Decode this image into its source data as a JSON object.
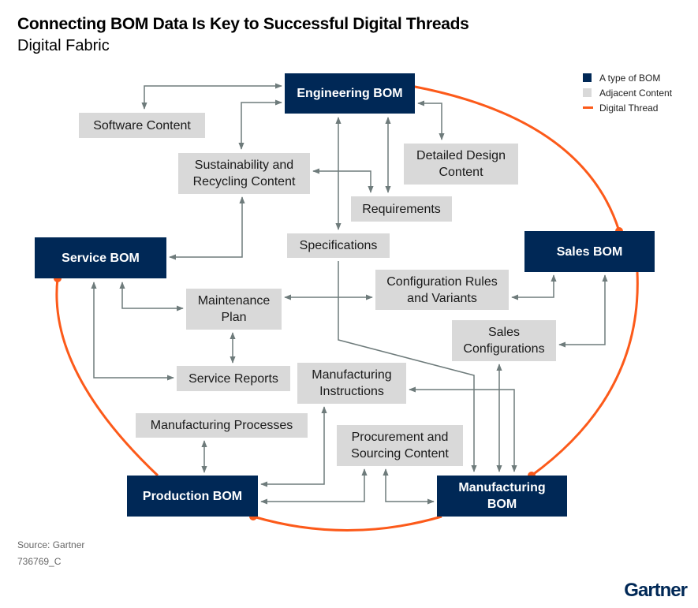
{
  "header": {
    "title": "Connecting BOM Data Is Key to Successful Digital Threads",
    "subtitle": "Digital Fabric"
  },
  "legend": [
    {
      "label": "A type of BOM",
      "color": "#002856"
    },
    {
      "label": "Adjacent Content",
      "color": "#d9d9d9"
    },
    {
      "label": "Digital Thread",
      "color": "#fc5a1a"
    }
  ],
  "boms": {
    "engineering": "Engineering BOM",
    "service": "Service BOM",
    "sales": "Sales BOM",
    "production": "Production BOM",
    "manufacturing": "Manufacturing BOM"
  },
  "content": {
    "software": "Software Content",
    "sustainability": "Sustainability and Recycling Content",
    "detailed_design": "Detailed Design Content",
    "requirements": "Requirements",
    "specifications": "Specifications",
    "configuration": "Configuration Rules and Variants",
    "maintenance": "Maintenance Plan",
    "sales_config": "Sales Configurations",
    "service_reports": "Service Reports",
    "mfg_instructions": "Manufacturing Instructions",
    "mfg_processes": "Manufacturing Processes",
    "procurement": "Procurement and Sourcing Content"
  },
  "footer": {
    "source": "Source: Gartner",
    "code": "736769_C",
    "logo": "Gartner"
  },
  "colors": {
    "bom": "#002856",
    "adjacent": "#d9d9d9",
    "thread": "#fc5a1a",
    "connector": "#6e7b7b"
  }
}
